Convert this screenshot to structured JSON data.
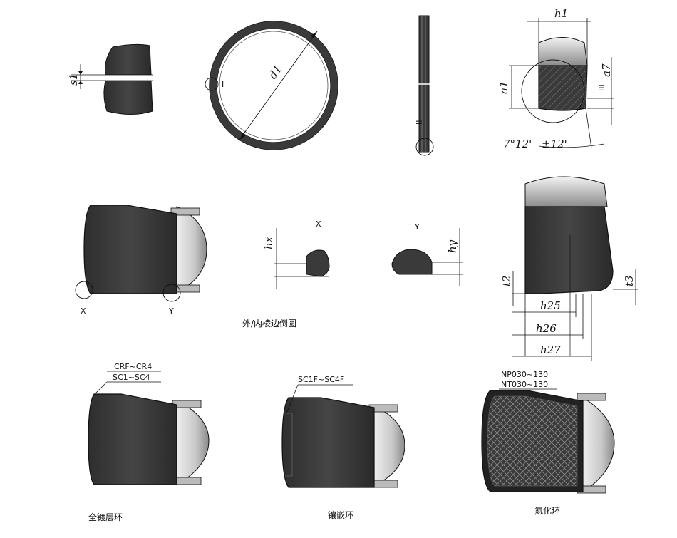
{
  "labels": {
    "s1": "s1",
    "d1": "d1",
    "h1": "h1",
    "a1": "a1",
    "a7": "a7",
    "view_III": "III",
    "view_I": "I",
    "view_II": "II",
    "angle1": "7°12'",
    "angle2": "±12'",
    "hx": "hx",
    "hy": "hy",
    "x_top": "X",
    "y_top": "Y",
    "x_circle": "X",
    "y_circle": "Y",
    "t2": "t2",
    "t3": "t3",
    "h25": "h25",
    "h26": "h26",
    "h27": "h27",
    "coating_code_1": "CRF~CR4",
    "coating_code_2": "SC1~SC4",
    "inlay_code": "SC1F~SC4F",
    "nitride_code_1": "NP030~130",
    "nitride_code_2": "NT030~130"
  },
  "captions": {
    "chamfer": "外/内棱边倒圆",
    "full_coating": "全镀层环",
    "inlay": "镶嵌环",
    "nitride": "氮化环"
  },
  "colors": {
    "body": "#3a3a3a",
    "highlight": "#cfcfcf",
    "outline": "#111111"
  }
}
